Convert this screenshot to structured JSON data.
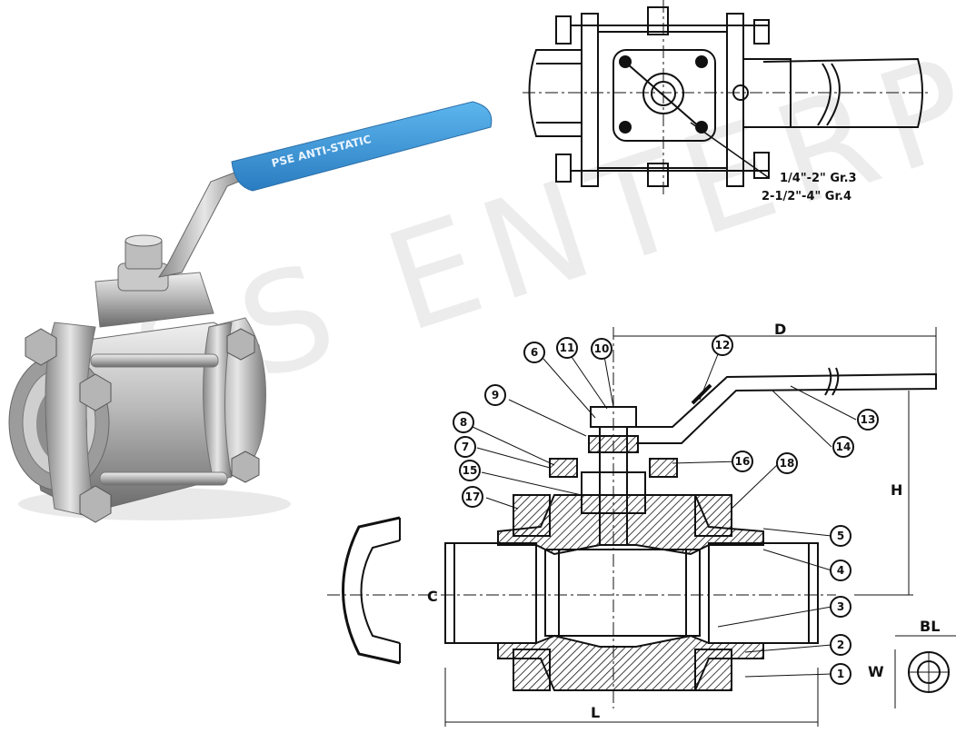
{
  "watermark": "P&S ENTERPRISE",
  "colors": {
    "handle": "#3a9fe0",
    "handle_dark": "#2a7cc0",
    "steel_light": "#d8d8d8",
    "steel_mid": "#a9a9a9",
    "steel_dark": "#6f6f6f",
    "ink": "#111111"
  },
  "photo": {
    "handle_text": "PSE ANTI-STATIC"
  },
  "top_view": {
    "note_line_1": "1/4\"-2\" Gr.3",
    "note_line_2": "2-1/2\"-4\" Gr.4"
  },
  "section_view": {
    "dim_d": "D",
    "dim_h": "H",
    "dim_l": "L",
    "dim_c": "C",
    "dim_w": "W",
    "dim_bl": "BL",
    "callouts_left": [
      "6",
      "11",
      "10",
      "9",
      "8",
      "7",
      "15",
      "17"
    ],
    "callouts_top": [
      "12"
    ],
    "callouts_right": [
      "13",
      "14",
      "16",
      "18",
      "5",
      "4",
      "3",
      "2",
      "1"
    ]
  }
}
